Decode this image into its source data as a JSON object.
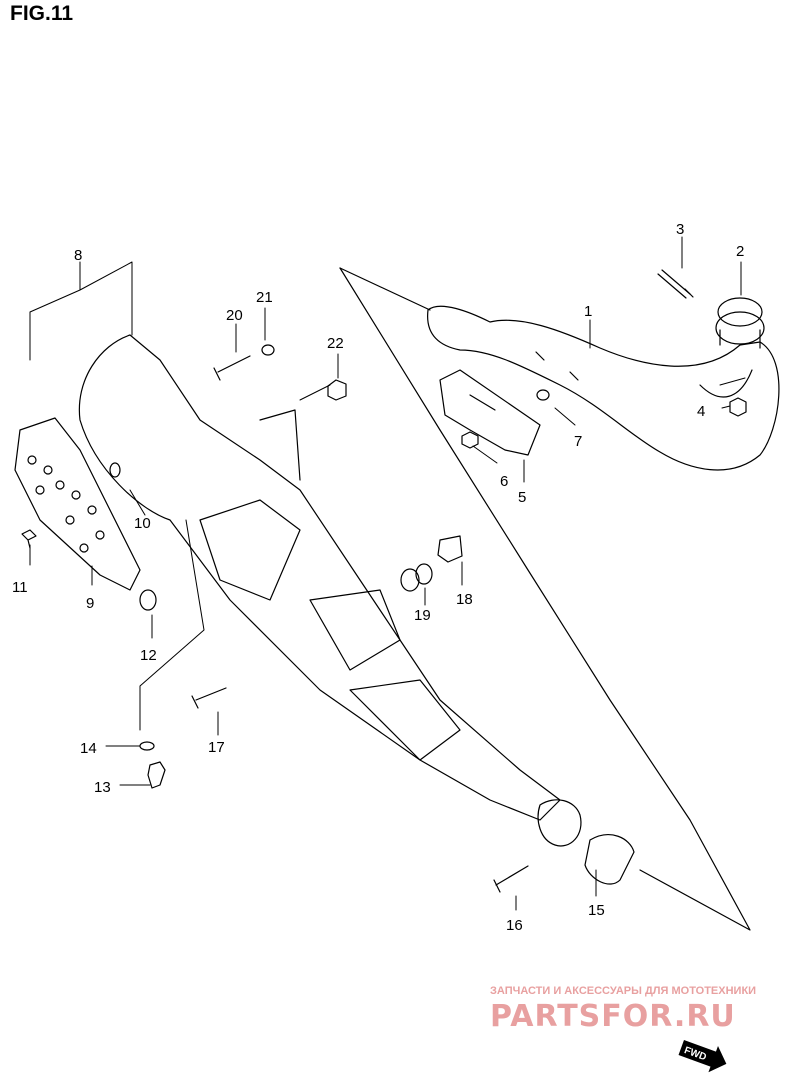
{
  "figure": {
    "title": "FIG.11"
  },
  "parts": [
    {
      "id": "p1",
      "label": "1"
    },
    {
      "id": "p2",
      "label": "2"
    },
    {
      "id": "p3",
      "label": "3"
    },
    {
      "id": "p4",
      "label": "4"
    },
    {
      "id": "p5",
      "label": "5"
    },
    {
      "id": "p6",
      "label": "6"
    },
    {
      "id": "p7",
      "label": "7"
    },
    {
      "id": "p8",
      "label": "8"
    },
    {
      "id": "p9",
      "label": "9"
    },
    {
      "id": "p10",
      "label": "10"
    },
    {
      "id": "p11",
      "label": "11"
    },
    {
      "id": "p12",
      "label": "12"
    },
    {
      "id": "p13",
      "label": "13"
    },
    {
      "id": "p14",
      "label": "14"
    },
    {
      "id": "p15",
      "label": "15"
    },
    {
      "id": "p16",
      "label": "16"
    },
    {
      "id": "p17",
      "label": "17"
    },
    {
      "id": "p18",
      "label": "18"
    },
    {
      "id": "p19",
      "label": "19"
    },
    {
      "id": "p20",
      "label": "20"
    },
    {
      "id": "p21",
      "label": "21"
    },
    {
      "id": "p22",
      "label": "22"
    }
  ],
  "watermark": {
    "subtitle": "ЗАПЧАСТИ И АКСЕССУАРЫ ДЛЯ МОТОТЕХНИКИ",
    "brand": "PARTSFOR.RU",
    "color": "#e8a0a0"
  },
  "direction_arrow": {
    "label": "FWD"
  }
}
